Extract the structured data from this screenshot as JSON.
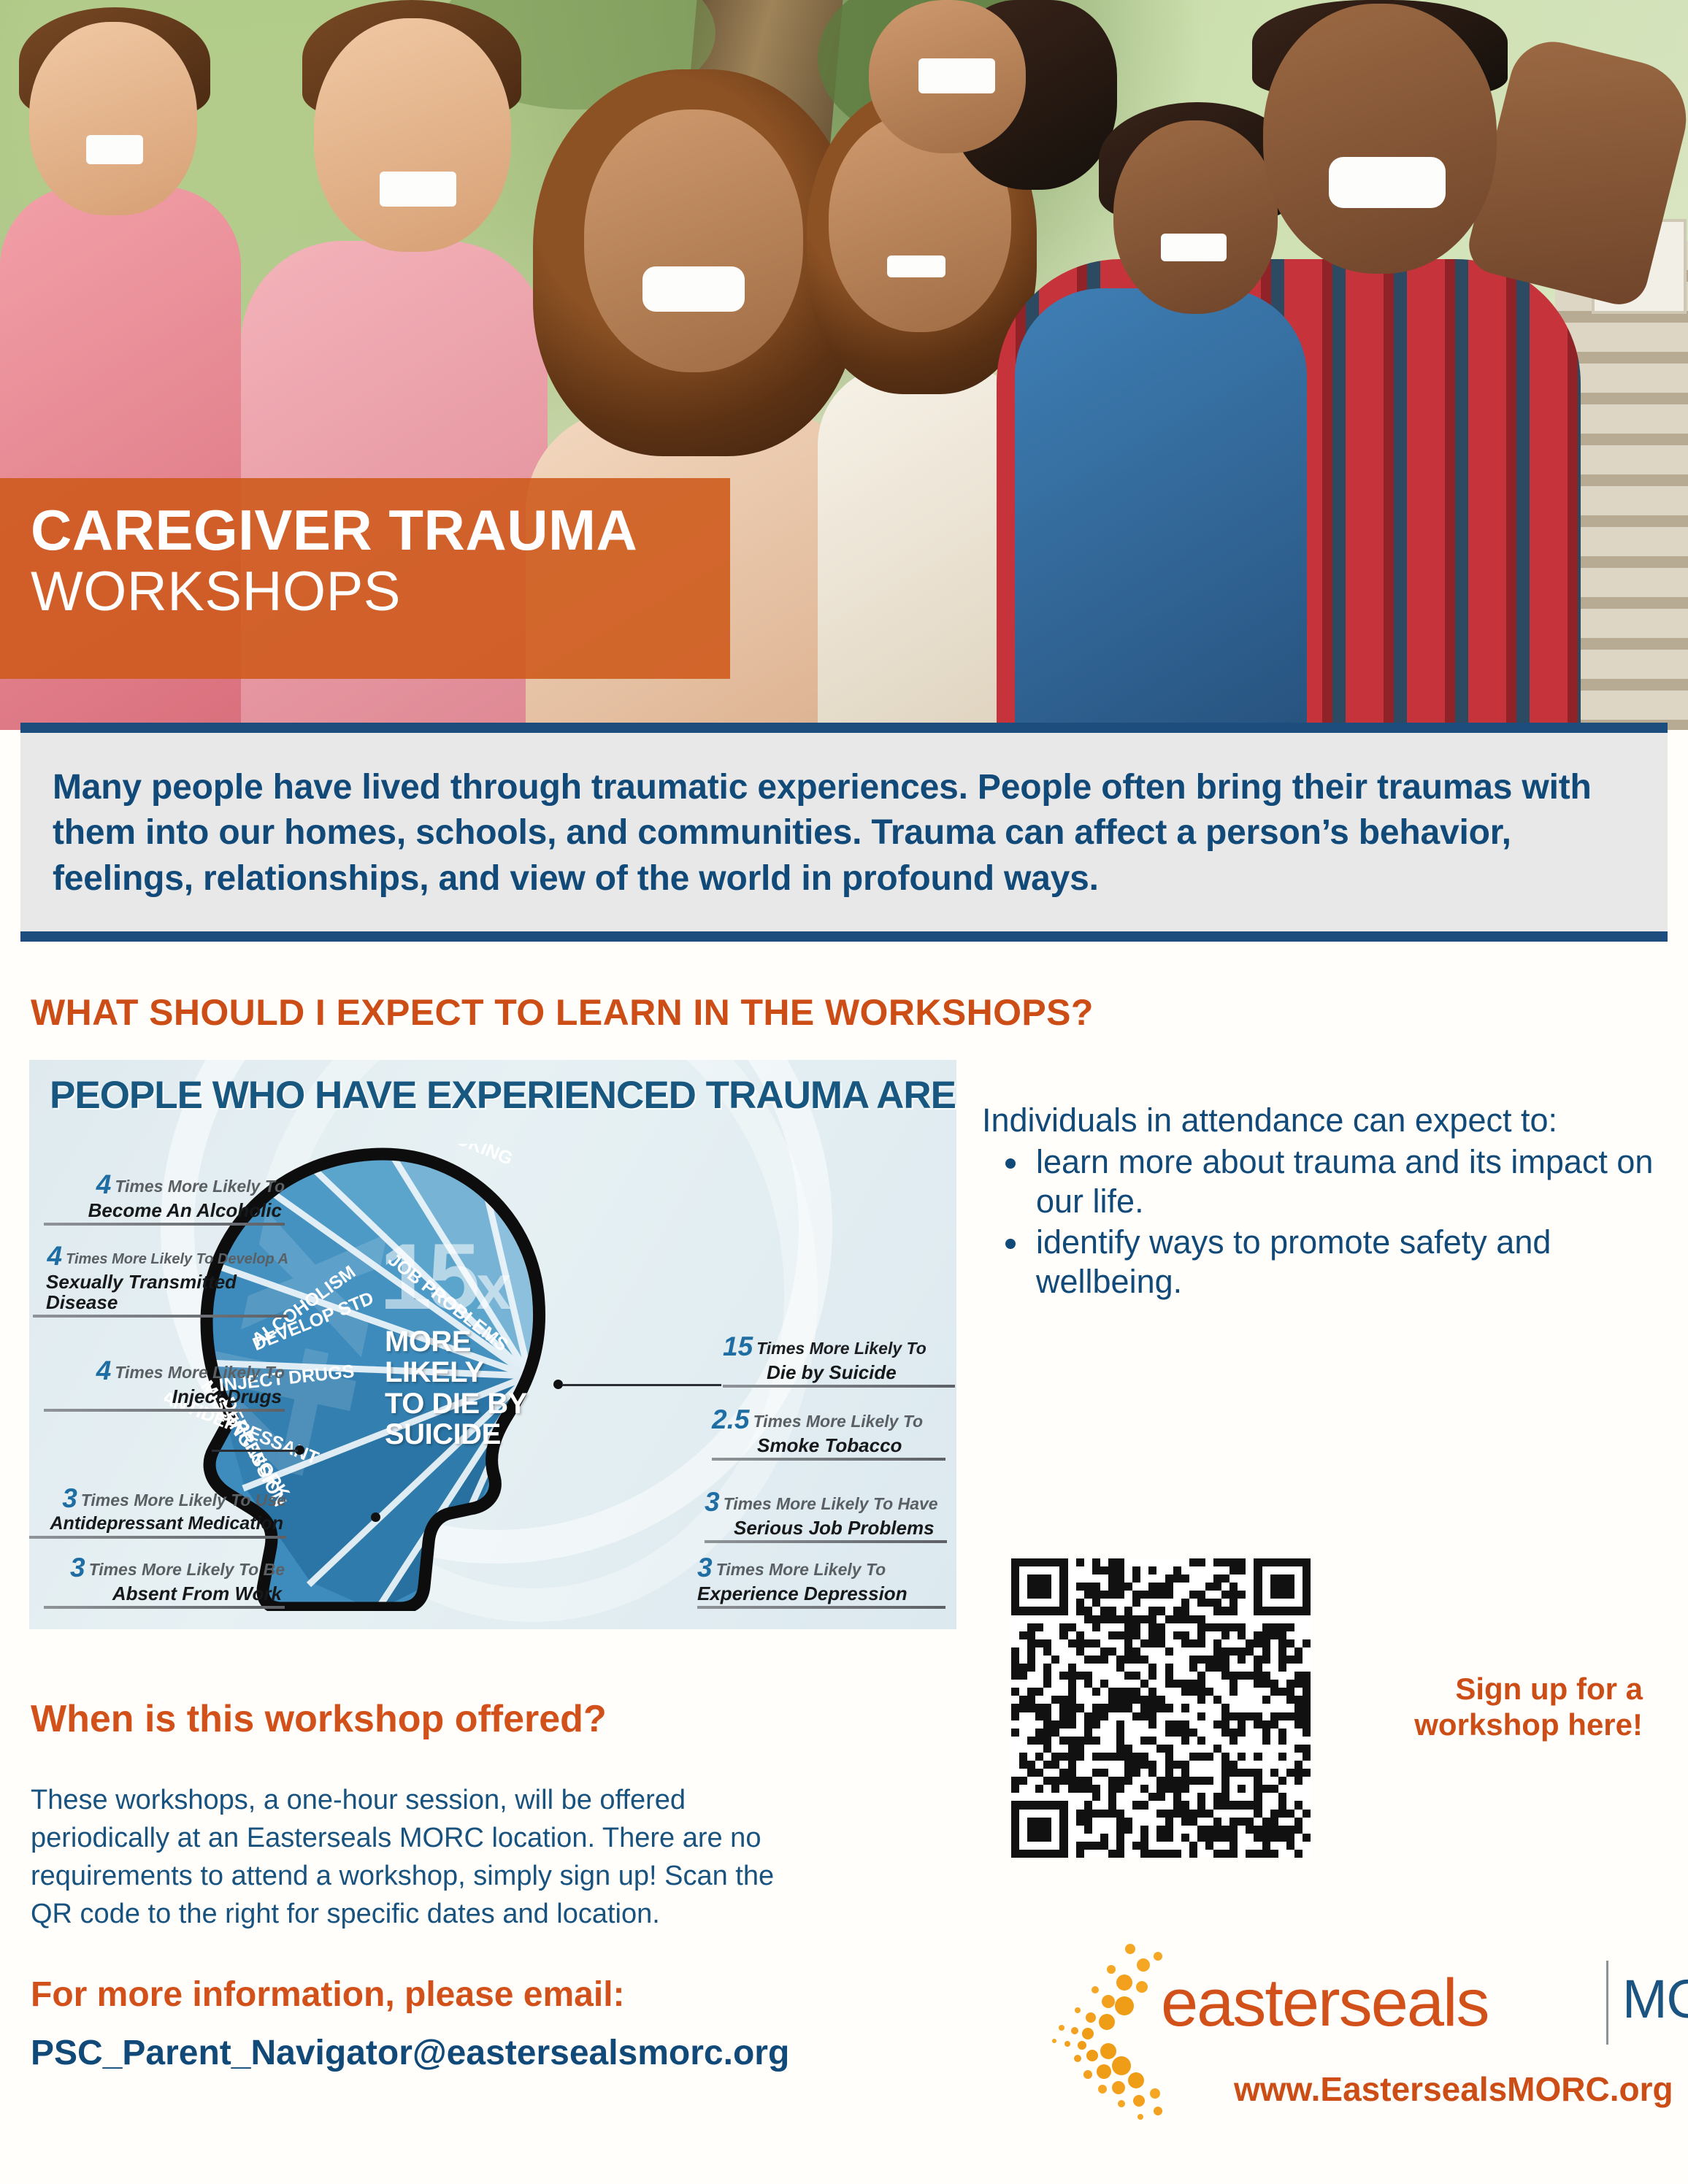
{
  "hero": {
    "alt": "group-photo-laughing-family-outdoors"
  },
  "title": {
    "line1": "CAREGIVER TRAUMA",
    "line2": "WORKSHOPS",
    "banner_color": "#CE591A"
  },
  "intro": {
    "text": "Many people have lived through traumatic experiences. People often bring their traumas with them into our homes, schools, and communities. Trauma can affect a person’s behavior, feelings, relationships, and view of the world in profound ways.",
    "text_color": "#114A78",
    "background": "#E8E8E8",
    "rule_color": "#1C4D7C"
  },
  "section_heading": {
    "text": "WHAT SHOULD I EXPECT TO LEARN IN THE WORKSHOPS?",
    "color": "#CC4E16"
  },
  "infographic": {
    "title": "PEOPLE WHO HAVE EXPERIENCED TRAUMA ARE:",
    "center_big_number": "15",
    "center_big_suffix": "x",
    "center_caption": "MORE LIKELY TO DIE BY SUICIDE",
    "spoke_labels": [
      "ALCOHOLISM",
      "DEVELOP STD",
      "INJECT DRUGS",
      "USE ANTIDEPRESSANT",
      "MISSING WORK",
      "DEPRESSION",
      "JOB PROBLEMS",
      "SMOKING"
    ],
    "watermark": "4x",
    "callouts_left": [
      {
        "number": "4",
        "line1": "Times More Likely To",
        "line2": "Become An Alcoholic"
      },
      {
        "number": "4",
        "line1": "Times More Likely To Develop A",
        "line2": "Sexually Transmitted Disease"
      },
      {
        "number": "4",
        "line1": "Times More Likely To",
        "line2": "Inject Drugs"
      },
      {
        "number": "3",
        "line1": "Times More Likely To Use",
        "line2": "Antidepressant Medication"
      },
      {
        "number": "3",
        "line1": "Times More Likely To Be",
        "line2": "Absent From Work"
      }
    ],
    "callouts_right": [
      {
        "number": "15",
        "line1": "Times More Likely To",
        "line2": "Die by Suicide"
      },
      {
        "number": "2.5",
        "line1": "Times More Likely To",
        "line2": "Smoke Tobacco"
      },
      {
        "number": "3",
        "line1": "Times More Likely To Have",
        "line2": "Serious Job Problems"
      },
      {
        "number": "3",
        "line1": "Times More Likely To",
        "line2": "Experience Depression"
      }
    ]
  },
  "expectations": {
    "lead": "Individuals in attendance can expect to:",
    "items": [
      "learn more about trauma and its impact on our life.",
      "identify ways to promote safety and wellbeing."
    ]
  },
  "signup": {
    "text": "Sign up for a workshop here!",
    "color": "#CC4E16",
    "qr_label": "qr-code"
  },
  "when": {
    "heading": "When is this workshop offered?",
    "body": "These workshops, a one-hour session, will be offered periodically at an Easterseals MORC location. There are no requirements to attend a workshop, simply sign up! Scan the QR code to the right for specific dates and location."
  },
  "contact": {
    "heading": "For more information, please email:",
    "email": "PSC_Parent_Navigator@eastersealsmorc.org"
  },
  "logo": {
    "word": "easterseals",
    "affiliate": "MORC",
    "url": "www.EastersealsMORC.org",
    "word_color": "#D2511A",
    "affiliate_color": "#1B5480"
  }
}
